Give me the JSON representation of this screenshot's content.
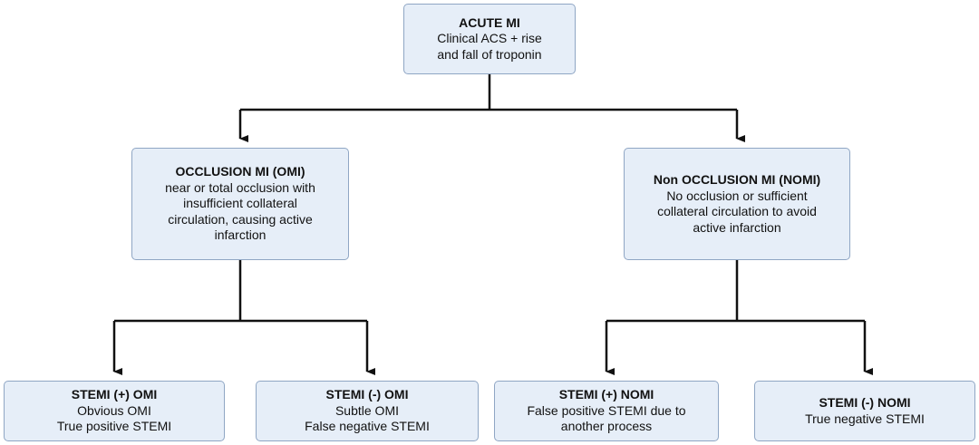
{
  "root": {
    "title": "ACUTE MI",
    "description": "Clinical ACS + rise\nand fall of troponin"
  },
  "omi": {
    "title": "OCCLUSION MI (OMI)",
    "description": "near or total occlusion with\ninsufficient collateral\ncirculation, causing active\ninfarction"
  },
  "nomi": {
    "title": "Non OCCLUSION MI (NOMI)",
    "description": "No occlusion or sufficient\ncollateral circulation to avoid\nactive infarction"
  },
  "leaves": [
    {
      "title": "STEMI (+) OMI",
      "description": "Obvious OMI\nTrue positive STEMI"
    },
    {
      "title": "STEMI (-) OMI",
      "description": "Subtle OMI\nFalse negative STEMI"
    },
    {
      "title": "STEMI (+) NOMI",
      "description": "False positive STEMI due to\nanother process"
    },
    {
      "title": "STEMI (-) NOMI",
      "description": "True negative STEMI"
    }
  ],
  "colors": {
    "box_fill": "#e6eef8",
    "box_border": "#8fa6c4",
    "connector": "#111111"
  }
}
